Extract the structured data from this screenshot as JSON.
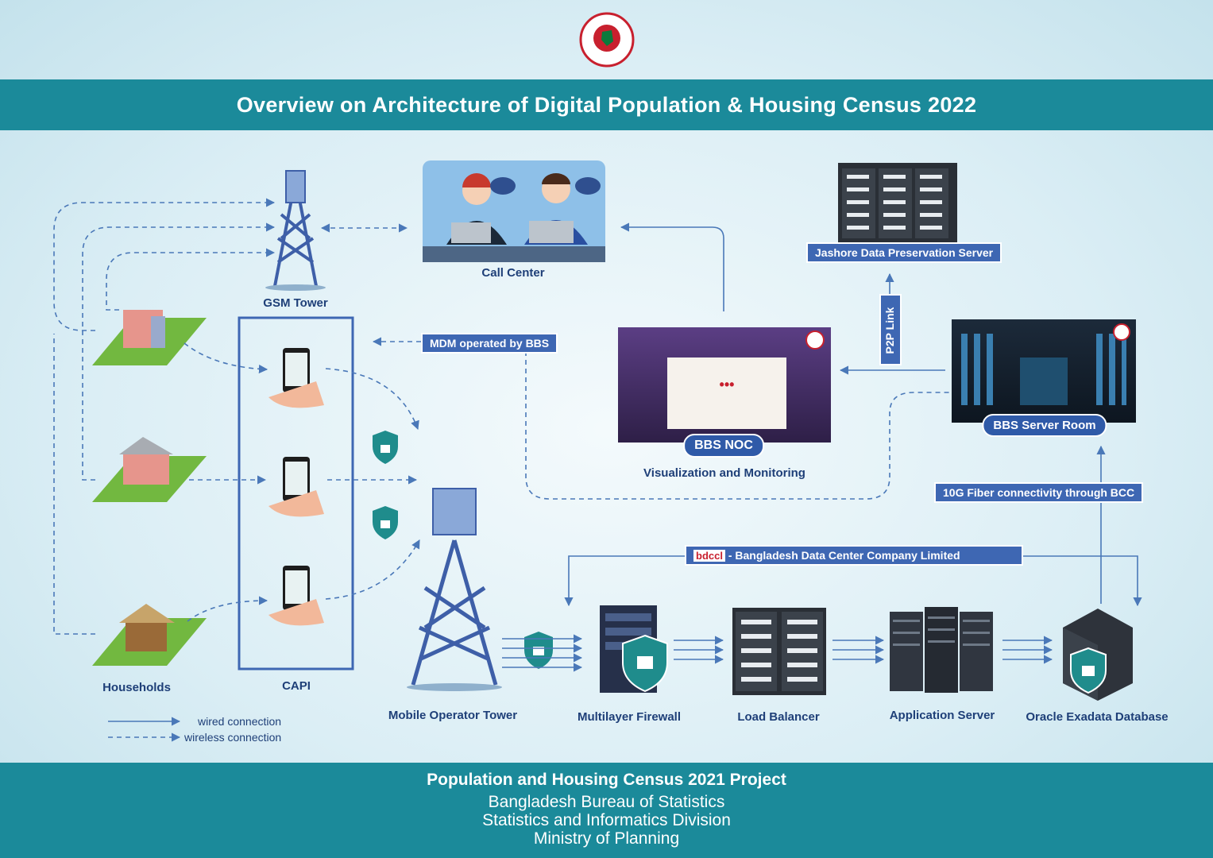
{
  "header": {
    "title": "Overview on Architecture of Digital Population & Housing Census 2022"
  },
  "nodes": {
    "gsm_tower": "GSM Tower",
    "call_center": "Call Center",
    "households": "Households",
    "capi": "CAPI",
    "mobile_operator_tower": "Mobile Operator Tower",
    "multilayer_firewall": "Multilayer Firewall",
    "load_balancer": "Load Balancer",
    "application_server": "Application Server",
    "oracle_exadata": "Oracle Exadata Database",
    "jashore_server": "Jashore Data Preservation Server",
    "bbs_noc": "BBS NOC",
    "visualization": "Visualization and Monitoring",
    "bbs_server_room": "BBS Server  Room"
  },
  "links": {
    "mdm": "MDM operated by BBS",
    "p2p": "P2P Link",
    "fiber": "10G Fiber connectivity through BCC",
    "bdcc": "- Bangladesh Data Center Company Limited",
    "bdcc_logo": "bdccl"
  },
  "legend": {
    "wired": "wired connection",
    "wireless": "wireless connection"
  },
  "footer": {
    "project": "Population and Housing Census 2021 Project",
    "bureau": "Bangladesh Bureau of Statistics",
    "division": "Statistics and Informatics Division",
    "ministry": "Ministry of Planning"
  },
  "colors": {
    "teal_bar": "#1b8a9a",
    "navy_label": "#1e3f78",
    "tag_blue": "#3e67b3",
    "arrow_blue": "#4a78b8",
    "shield_teal": "#1f8c8c"
  },
  "icons": [
    "gov-seal-icon",
    "tower-icon",
    "phone-hand-icon",
    "house-icon",
    "shield-lock-icon",
    "server-rack-icon",
    "database-icon",
    "qr-code-icon",
    "bbs-logo-icon",
    "census-logo-icon"
  ]
}
